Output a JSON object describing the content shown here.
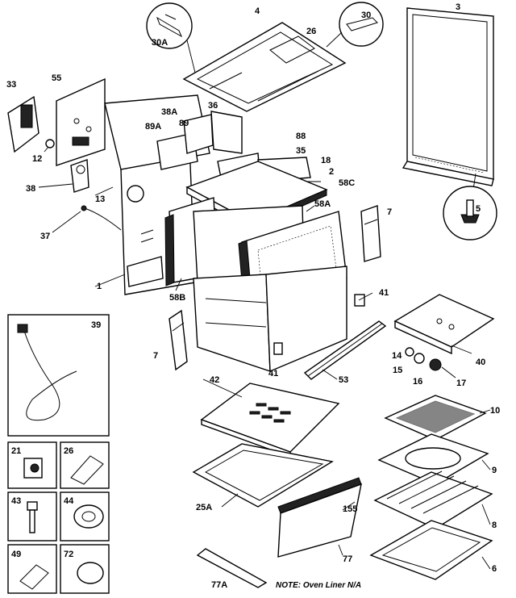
{
  "diagram": {
    "note": "NOTE: Oven Liner N/A",
    "callouts": [
      "3",
      "4",
      "30",
      "30A",
      "26",
      "33",
      "55",
      "12",
      "38",
      "13",
      "37",
      "1",
      "38A",
      "89A",
      "89",
      "36",
      "88",
      "35",
      "18",
      "2",
      "58C",
      "58A",
      "58B",
      "7",
      "41",
      "42",
      "25A",
      "155",
      "77",
      "77A",
      "39",
      "21",
      "26",
      "43",
      "44",
      "49",
      "72",
      "53",
      "14",
      "15",
      "16",
      "17",
      "40",
      "10",
      "9",
      "8",
      "6",
      "5"
    ]
  }
}
